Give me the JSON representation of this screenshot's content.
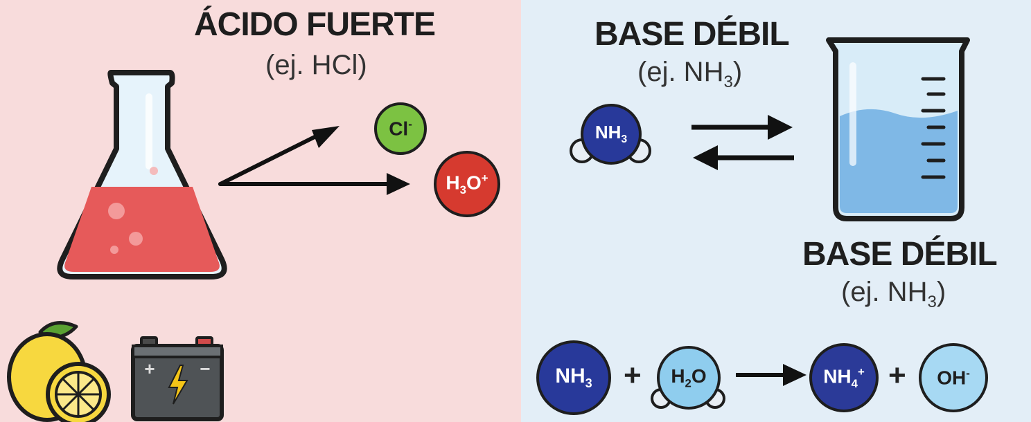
{
  "colors": {
    "acid_bg": "#f8dcdc",
    "base_bg": "#e3eef7",
    "acid_liquid": "#e65a5a",
    "chloride": "#7cc242",
    "hydronium": "#d63a2f",
    "ammonia": "#28399a",
    "water": "#8fcdee",
    "hydroxide": "#a7d9f3",
    "ammonium": "#2b3a98"
  },
  "acid": {
    "title": "ÁCIDO FUERTE",
    "subtitle_prefix": "(ej. HCl)",
    "ions": {
      "chloride": "Cl",
      "chloride_charge": "-",
      "hydronium_h": "H",
      "hydronium_sub": "3",
      "hydronium_o": "O",
      "hydronium_charge": "+"
    },
    "icons": [
      "flask-icon",
      "lemon-icon",
      "battery-icon"
    ]
  },
  "base_top": {
    "title": "BASE DÉBIL",
    "subtitle_prefix": "(ej. NH",
    "subtitle_sub": "3",
    "subtitle_suffix": ")",
    "molecule": "NH",
    "molecule_sub": "3"
  },
  "base_bottom": {
    "title": "BASE DÉBIL",
    "subtitle_prefix": "(ej. NH",
    "subtitle_sub": "3",
    "subtitle_suffix": ")"
  },
  "equation": {
    "reactant1": "NH",
    "reactant1_sub": "3",
    "plus1": "+",
    "reactant2_a": "H",
    "reactant2_sub": "2",
    "reactant2_b": "O",
    "product1": "NH",
    "product1_sub": "4",
    "product1_charge": "+",
    "plus2": "+",
    "product2": "OH",
    "product2_charge": "-"
  }
}
